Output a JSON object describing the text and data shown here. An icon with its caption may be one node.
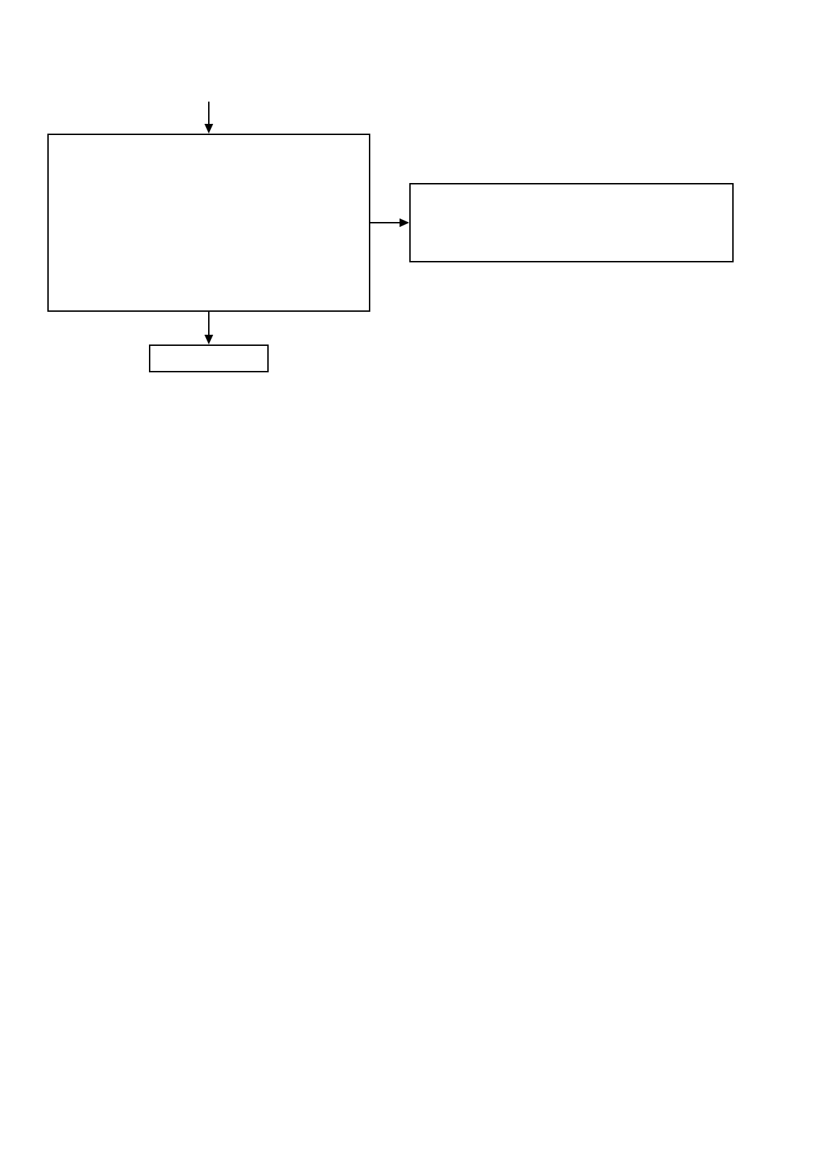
{
  "diagram": {
    "nodes": [
      {
        "text": [],
        "shape": "box"
      },
      {
        "text": [],
        "shape": "box"
      },
      {
        "text": [],
        "shape": "box"
      }
    ],
    "edges": [
      {
        "from": null,
        "to": 0,
        "arrow": "to"
      },
      {
        "from": 0,
        "to": 1,
        "arrow": "to"
      },
      {
        "from": 0,
        "to": 2,
        "arrow": "to"
      }
    ]
  }
}
